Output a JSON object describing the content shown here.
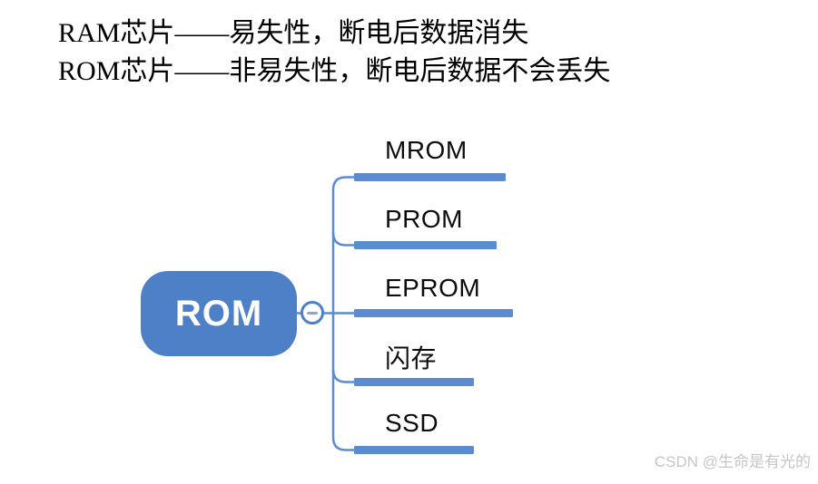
{
  "header": {
    "line1": "RAM芯片——易失性，断电后数据消失",
    "line2": "ROM芯片——非易失性，断电后数据不会丢失"
  },
  "mindmap": {
    "root": {
      "label": "ROM"
    },
    "collapse_button": {
      "icon": "minus",
      "state": "expanded"
    },
    "branches": [
      {
        "label": "MROM"
      },
      {
        "label": "PROM"
      },
      {
        "label": "EPROM"
      },
      {
        "label": "闪存"
      },
      {
        "label": "SSD"
      }
    ]
  },
  "watermark": {
    "text": "CSDN @生命是有光的"
  },
  "colors": {
    "root_node_fill": "#4E80C7",
    "connector_blue": "#5B8CD1",
    "minus_icon": "#9AA3B8",
    "label_text": "#0D0D0D",
    "header_text": "#000000",
    "watermark_text": "#C6C6C6",
    "background": "#FFFFFF"
  }
}
